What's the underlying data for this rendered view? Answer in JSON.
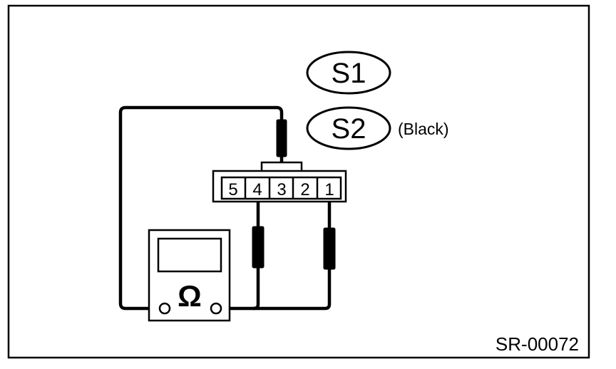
{
  "connector_labels": {
    "primary": "S1",
    "secondary": "S2",
    "secondary_note": "(Black)"
  },
  "connector": {
    "pins": [
      "5",
      "4",
      "3",
      "2",
      "1"
    ]
  },
  "meter": {
    "symbol": "Ω"
  },
  "figure_code": "SR-00072",
  "colors": {
    "line": "#000000",
    "background": "#ffffff"
  }
}
